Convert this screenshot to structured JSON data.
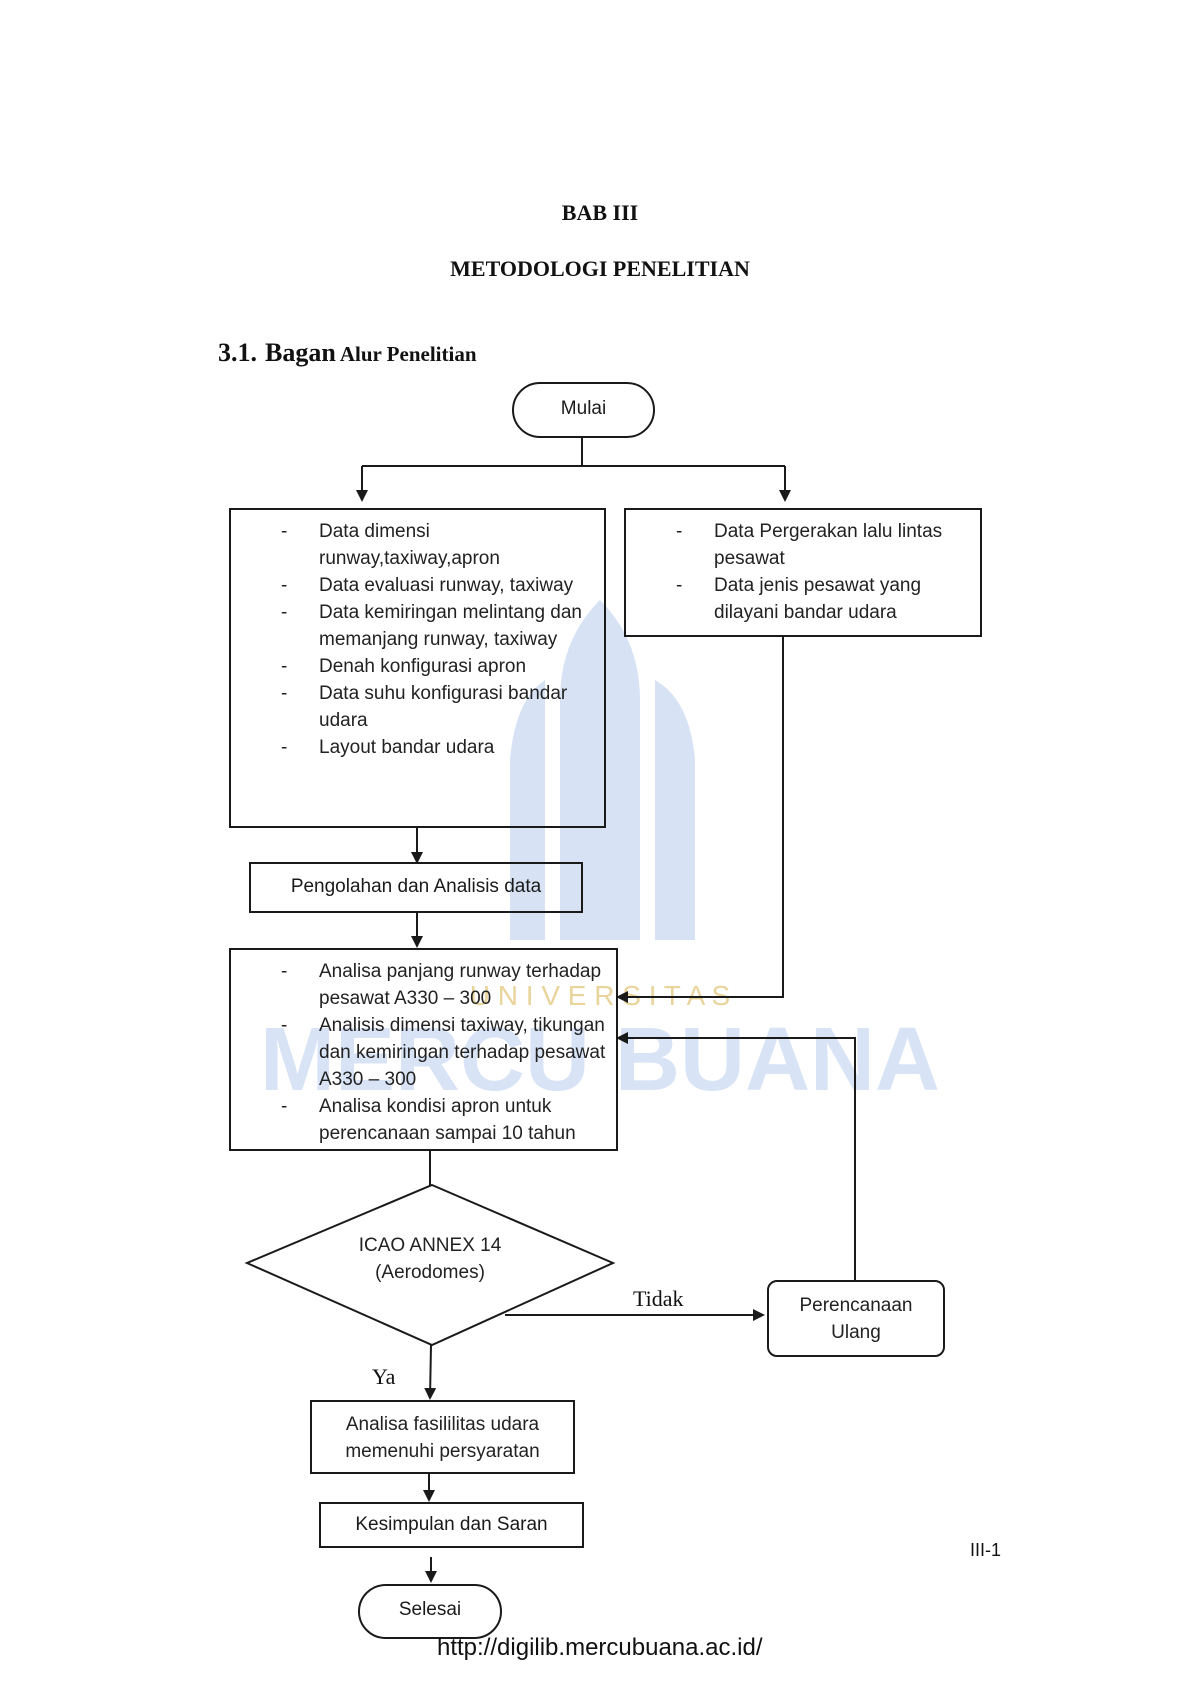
{
  "document": {
    "chapter_number": "BAB III",
    "chapter_title": "METODOLOGI PENELITIAN",
    "section_number": "3.1.",
    "section_title_lead": "Bagan",
    "section_title_rest": "Alur Penelitian",
    "page_number": "III-1",
    "footer_url": "http://digilib.mercubuana.ac.id/"
  },
  "watermark": {
    "line1": "U N I V E R S I T A S",
    "line2": "MERCU BUANA",
    "color": "#4f7fd6"
  },
  "flowchart": {
    "start": "Mulai",
    "data_left": [
      "Data dimensi runway,taxiway,apron",
      "Data evaluasi runway, taxiway",
      "Data kemiringan melintang dan memanjang runway, taxiway",
      "Denah konfigurasi apron",
      "Data suhu konfigurasi bandar udara",
      "Layout bandar udara"
    ],
    "data_right": [
      "Data Pergerakan lalu lintas pesawat",
      "Data jenis pesawat yang dilayani bandar udara"
    ],
    "processing": "Pengolahan dan Analisis data",
    "analysis": [
      "Analisa panjang runway terhadap pesawat  A330 – 300",
      "Analisis dimensi taxiway, tikungan dan kemiringan terhadap pesawat A330 – 300",
      "Analisa kondisi apron untuk perencanaan sampai 10 tahun"
    ],
    "decision_line1": "ICAO ANNEX 14",
    "decision_line2": "(Aerodomes)",
    "no_label": "Tidak",
    "yes_label": "Ya",
    "replan_line1": "Perencanaan",
    "replan_line2": "Ulang",
    "result_line1": "Analisa fasililitas udara",
    "result_line2": "memenuhi persyaratan",
    "conclusion": "Kesimpulan dan Saran",
    "end": "Selesai"
  }
}
